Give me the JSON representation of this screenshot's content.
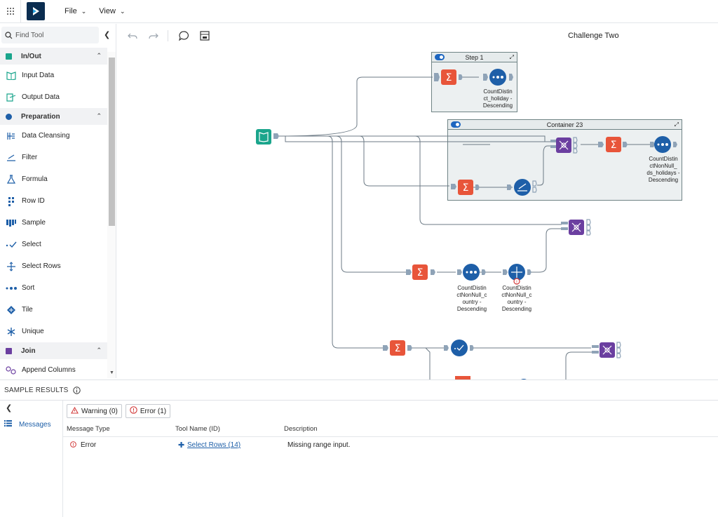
{
  "topbar": {
    "menus": [
      {
        "label": "File"
      },
      {
        "label": "View"
      }
    ]
  },
  "sidebar": {
    "search_placeholder": "Find Tool",
    "categories": [
      {
        "label": "In/Out",
        "color": "#1aa58c"
      },
      {
        "label": "Preparation",
        "color": "#1e5fa8"
      },
      {
        "label": "Join",
        "color": "#6b3fa0"
      }
    ],
    "tools": {
      "input_data": "Input Data",
      "output_data": "Output Data",
      "data_cleansing": "Data Cleansing",
      "filter": "Filter",
      "formula": "Formula",
      "row_id": "Row ID",
      "sample": "Sample",
      "select": "Select",
      "select_rows": "Select Rows",
      "sort": "Sort",
      "tile": "Tile",
      "unique": "Unique",
      "append_columns": "Append Columns"
    }
  },
  "workflow": {
    "title": "Challenge Two",
    "containers": [
      {
        "title": "Step 1"
      },
      {
        "title": "Container 23"
      }
    ],
    "labels": {
      "n1": "CountDistin ct_holiday - Descending",
      "n2": "CountDistin ctNonNull_ ds_holidays - Descending",
      "n3": "CountDistin ctNonNull_c ountry - Descending",
      "n4": "CountDistin ctNonNull_c ountry - Descending"
    }
  },
  "results": {
    "header": "SAMPLE RESULTS",
    "messages_tab": "Messages",
    "warning_btn": "Warning (0)",
    "error_btn": "Error (1)",
    "columns": [
      "Message Type",
      "Tool Name (ID)",
      "Description"
    ],
    "rows": [
      {
        "type": "Error",
        "tool": "Select Rows (14)",
        "description": "Missing range input."
      }
    ]
  },
  "colors": {
    "summarize": "#e8553a",
    "sort": "#1e5fa8",
    "join": "#6b3fa0",
    "input": "#1aa58c",
    "error": "#d23b3b"
  }
}
